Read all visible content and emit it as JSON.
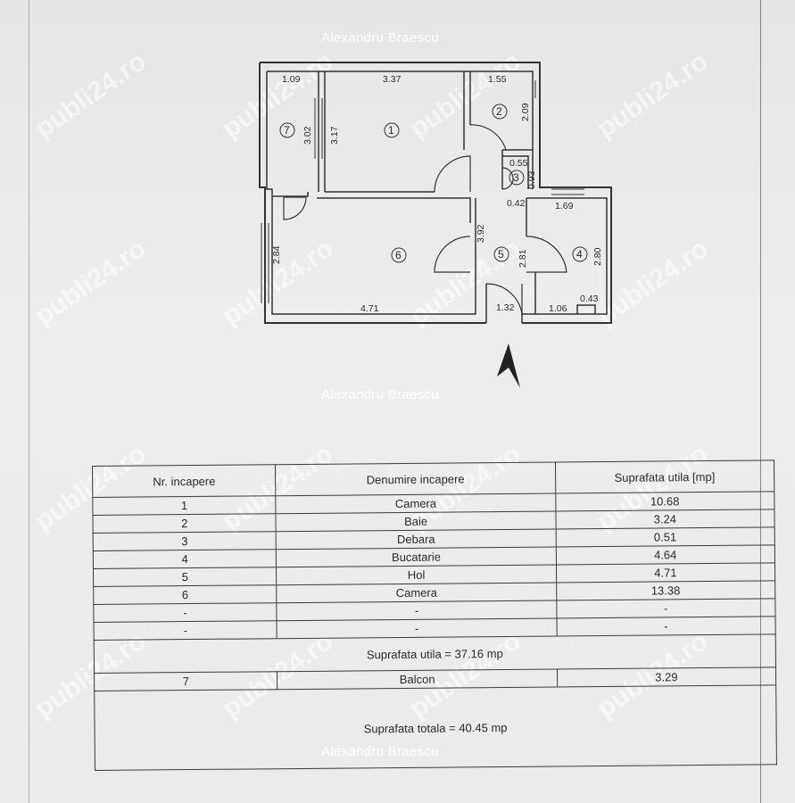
{
  "watermark": {
    "name": "Alexandru Braescu",
    "site": "publi24.ro"
  },
  "plan": {
    "dimensions": [
      "1.09",
      "3.37",
      "1.55",
      "2.09",
      "3.02",
      "3.17",
      "0.55",
      "0.93",
      "0.42",
      "1.69",
      "3.92",
      "2.84",
      "2.81",
      "2.80",
      "0.43",
      "4.71",
      "1.32",
      "1.06"
    ],
    "room_numbers": [
      "1",
      "2",
      "3",
      "4",
      "5",
      "6",
      "7"
    ]
  },
  "table": {
    "headers": [
      "Nr. incapere",
      "Denumire incapere",
      "Suprafata utila  [mp]"
    ],
    "rows": [
      [
        "1",
        "Camera",
        "10.68"
      ],
      [
        "2",
        "Baie",
        "3.24"
      ],
      [
        "3",
        "Debara",
        "0.51"
      ],
      [
        "4",
        "Bucatarie",
        "4.64"
      ],
      [
        "5",
        "Hol",
        "4.71"
      ],
      [
        "6",
        "Camera",
        "13.38"
      ],
      [
        "-",
        "-",
        "-"
      ],
      [
        "-",
        "-",
        "-"
      ]
    ],
    "useful_total": "Suprafata utila = 37.16 mp",
    "balcony": [
      "7",
      "Balcon",
      "3.29"
    ],
    "grand_total": "Suprafata totala = 40.45 mp"
  }
}
